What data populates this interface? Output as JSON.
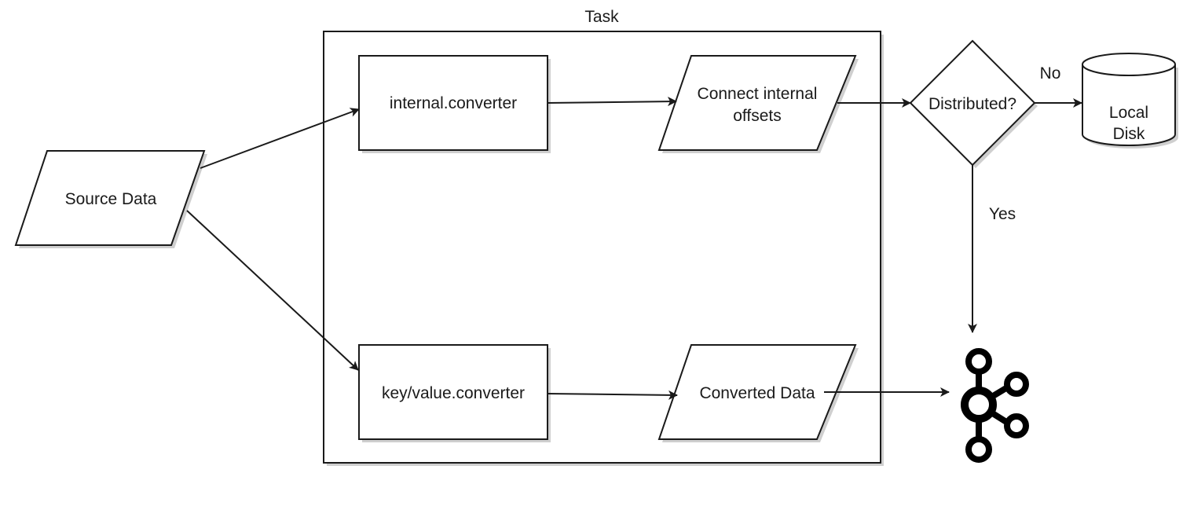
{
  "diagram": {
    "task_label": "Task",
    "source_data": "Source Data",
    "internal_converter": "internal.converter",
    "connect_offsets_line1": "Connect internal",
    "connect_offsets_line2": "offsets",
    "distributed": "Distributed?",
    "local_disk_line1": "Local",
    "local_disk_line2": "Disk",
    "no_label": "No",
    "yes_label": "Yes",
    "kv_converter": "key/value.converter",
    "converted_data": "Converted Data",
    "kafka_icon": "kafka-icon"
  }
}
